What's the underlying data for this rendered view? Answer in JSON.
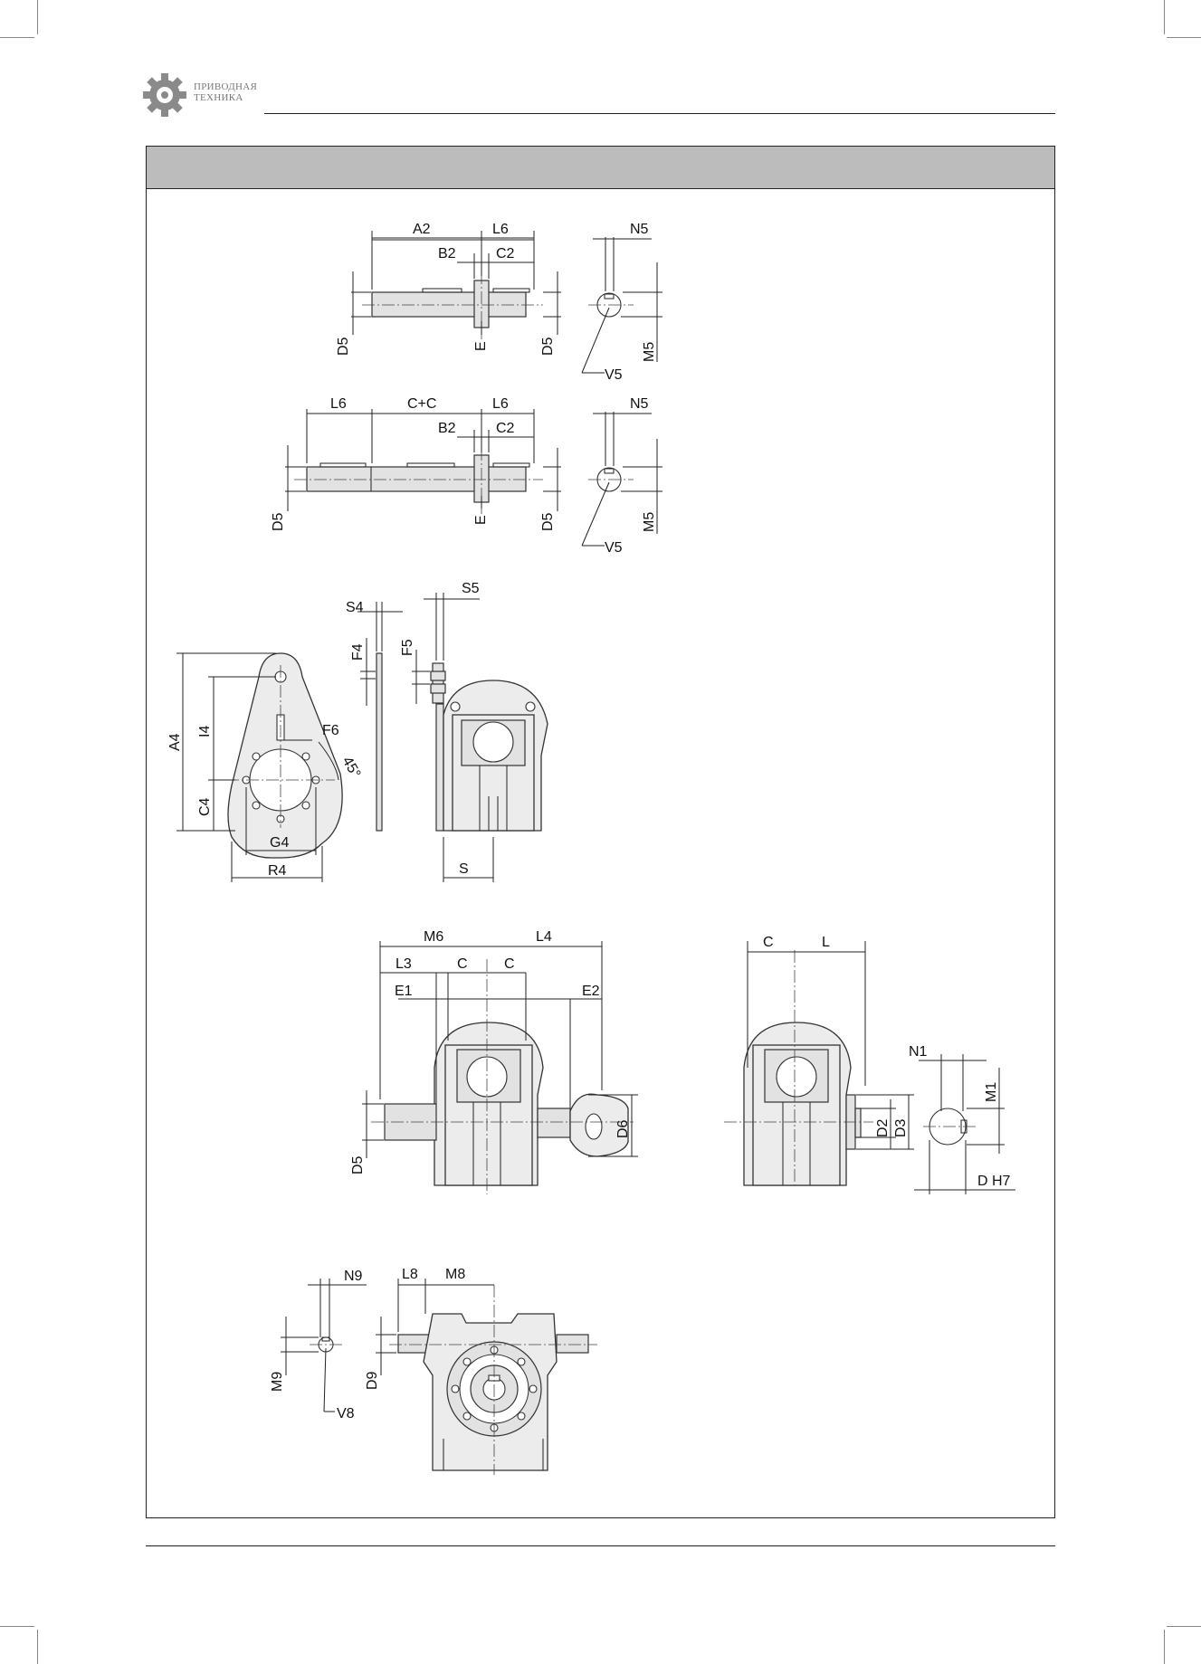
{
  "brand": {
    "line1": "ПРИВОДНАЯ",
    "line2": "ТЕХНИКА",
    "color": "#8a8a8a",
    "icon": "gear-icon"
  },
  "title_bar": {
    "color": "#bcbcbc",
    "text": ""
  },
  "labels": {
    "A2": "A2",
    "L6": "L6",
    "B2": "B2",
    "C2": "C2",
    "N5": "N5",
    "D5": "D5",
    "E": "E",
    "M5": "M5",
    "V5": "V5",
    "CpC": "C+C",
    "S4": "S4",
    "S5": "S5",
    "F4": "F4",
    "F5": "F5",
    "F6": "F6",
    "A4": "A4",
    "I4": "I4",
    "C4": "C4",
    "G4": "G4",
    "R4": "R4",
    "S": "S",
    "angle": "45°",
    "M6": "M6",
    "L4": "L4",
    "L3": "L3",
    "C": "C",
    "E1": "E1",
    "E2": "E2",
    "D6": "D6",
    "L": "L",
    "N1": "N1",
    "M1": "M1",
    "D2": "D2",
    "D3": "D3",
    "DH7": "D H7",
    "N9": "N9",
    "L8": "L8",
    "M8": "M8",
    "M9": "M9",
    "D9": "D9",
    "V8": "V8"
  }
}
